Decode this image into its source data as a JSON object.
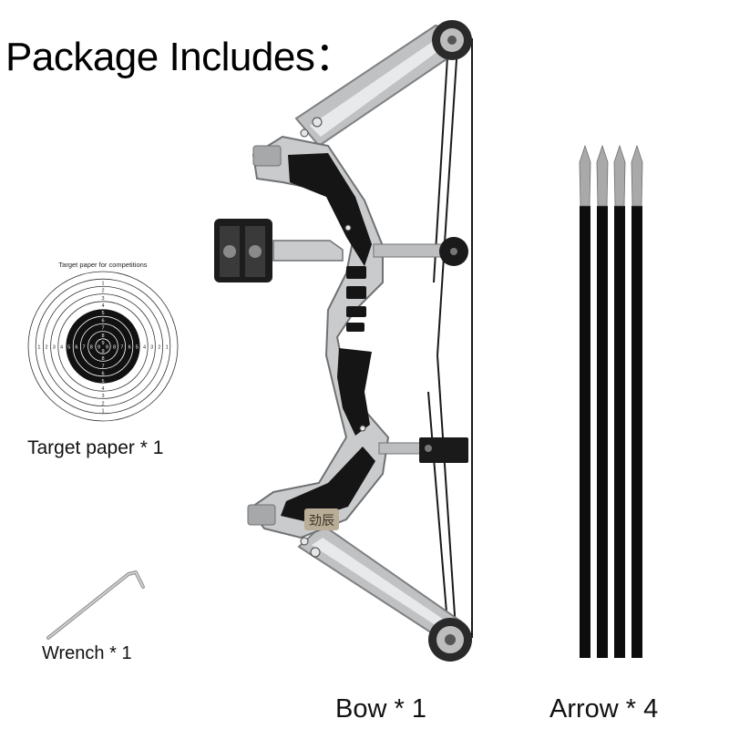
{
  "title": "Package Includes：",
  "target": {
    "heading": "Target paper for competitions",
    "caption": "Target paper * 1",
    "ring_numbers": [
      "1",
      "2",
      "3",
      "4",
      "5",
      "6",
      "7",
      "8",
      "9"
    ]
  },
  "wrench": {
    "caption": "Wrench * 1"
  },
  "bow": {
    "caption": "Bow * 1",
    "logo_text": "劲辰"
  },
  "arrows": {
    "caption": "Arrow * 4",
    "count": 4
  },
  "colors": {
    "background": "#ffffff",
    "target_black": "#111111",
    "bow_silver": "#c9cbcd",
    "bow_black": "#151515",
    "arrow_shaft": "#0d0d0d",
    "arrow_tip": "#a9a9a9"
  }
}
